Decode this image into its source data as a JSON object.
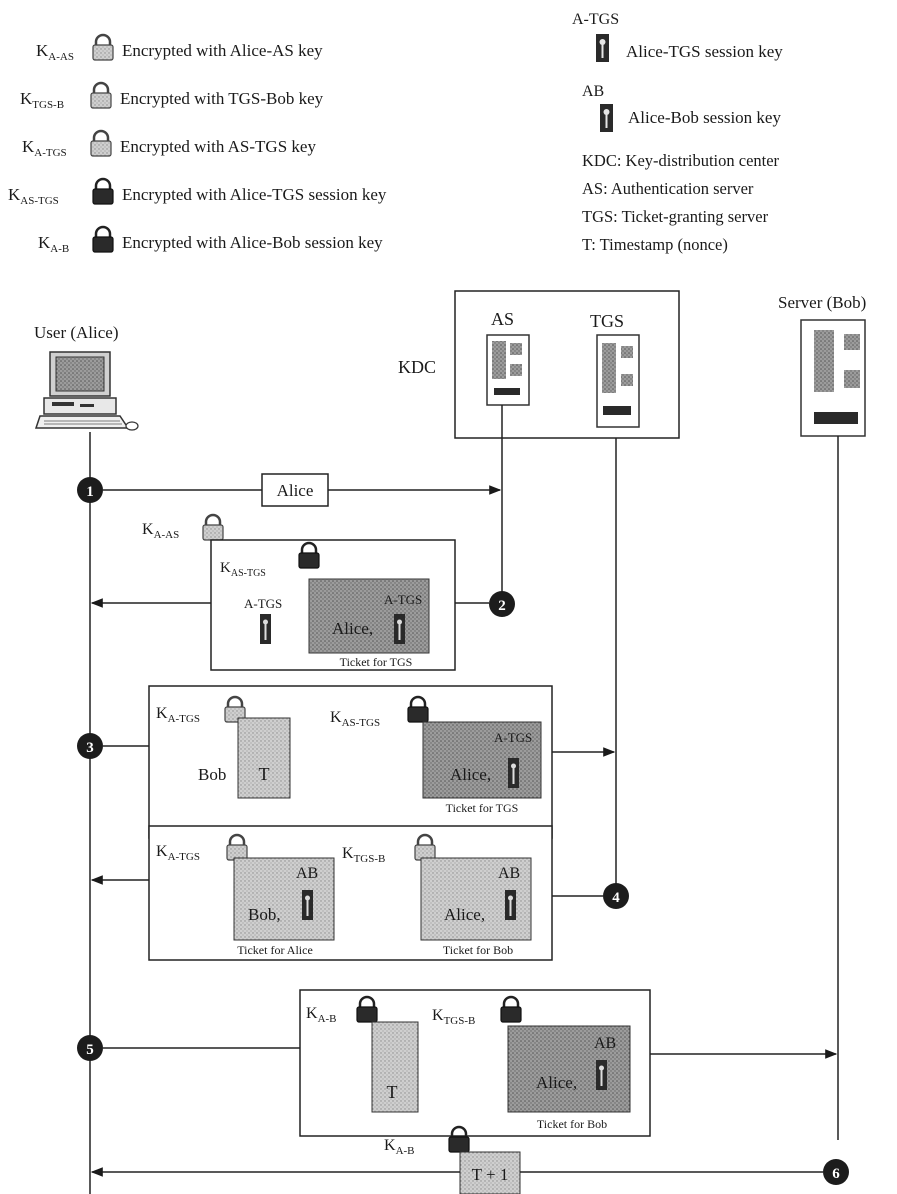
{
  "legend_left": [
    {
      "label_main": "K",
      "label_sub": "A-AS",
      "lock": "light",
      "text": "Encrypted with Alice-AS key"
    },
    {
      "label_main": "K",
      "label_sub": "TGS-B",
      "lock": "light",
      "text": "Encrypted with TGS-Bob key"
    },
    {
      "label_main": "K",
      "label_sub": "A-TGS",
      "lock": "light",
      "text": "Encrypted with AS-TGS key"
    },
    {
      "label_main": "K",
      "label_sub": "AS-TGS",
      "lock": "dark",
      "text": "Encrypted with Alice-TGS session key"
    },
    {
      "label_main": "K",
      "label_sub": "A-B",
      "lock": "dark",
      "text": "Encrypted with Alice-Bob session key"
    }
  ],
  "legend_right": {
    "keys": [
      {
        "tag": "A-TGS",
        "text": "Alice-TGS session key"
      },
      {
        "tag": "AB",
        "text": "Alice-Bob session key"
      }
    ],
    "definitions": [
      "KDC: Key-distribution center",
      "AS: Authentication server",
      "TGS: Ticket-granting server",
      "T: Timestamp (nonce)"
    ]
  },
  "actors": {
    "user": "User (Alice)",
    "kdc": "KDC",
    "as": "AS",
    "tgs": "TGS",
    "server": "Server (Bob)"
  },
  "steps": [
    "1",
    "2",
    "3",
    "4",
    "5",
    "6"
  ],
  "messages": {
    "m1": {
      "box": "Alice"
    },
    "m2": {
      "outer_key": {
        "main": "K",
        "sub": "A-AS"
      },
      "inner_key": {
        "main": "K",
        "sub": "AS-TGS"
      },
      "loose_key_tag": "A-TGS",
      "ticket_key_tag": "A-TGS",
      "ticket_name": "Alice,",
      "ticket_caption": "Ticket for TGS"
    },
    "m3": {
      "key1": {
        "main": "K",
        "sub": "A-TGS"
      },
      "name": "Bob",
      "stamp": "T",
      "key2": {
        "main": "K",
        "sub": "AS-TGS"
      },
      "ticket_key_tag": "A-TGS",
      "ticket_name": "Alice,",
      "ticket_caption": "Ticket for TGS"
    },
    "m4": {
      "key1": {
        "main": "K",
        "sub": "A-TGS"
      },
      "t1_key_tag": "AB",
      "t1_name": "Bob,",
      "t1_caption": "Ticket for Alice",
      "key2": {
        "main": "K",
        "sub": "TGS-B"
      },
      "t2_key_tag": "AB",
      "t2_name": "Alice,",
      "t2_caption": "Ticket for Bob"
    },
    "m5": {
      "key1": {
        "main": "K",
        "sub": "A-B"
      },
      "stamp": "T",
      "key2": {
        "main": "K",
        "sub": "TGS-B"
      },
      "ticket_key_tag": "AB",
      "ticket_name": "Alice,",
      "ticket_caption": "Ticket for Bob"
    },
    "m6": {
      "key": {
        "main": "K",
        "sub": "A-B"
      },
      "stamp": "T + 1"
    }
  }
}
